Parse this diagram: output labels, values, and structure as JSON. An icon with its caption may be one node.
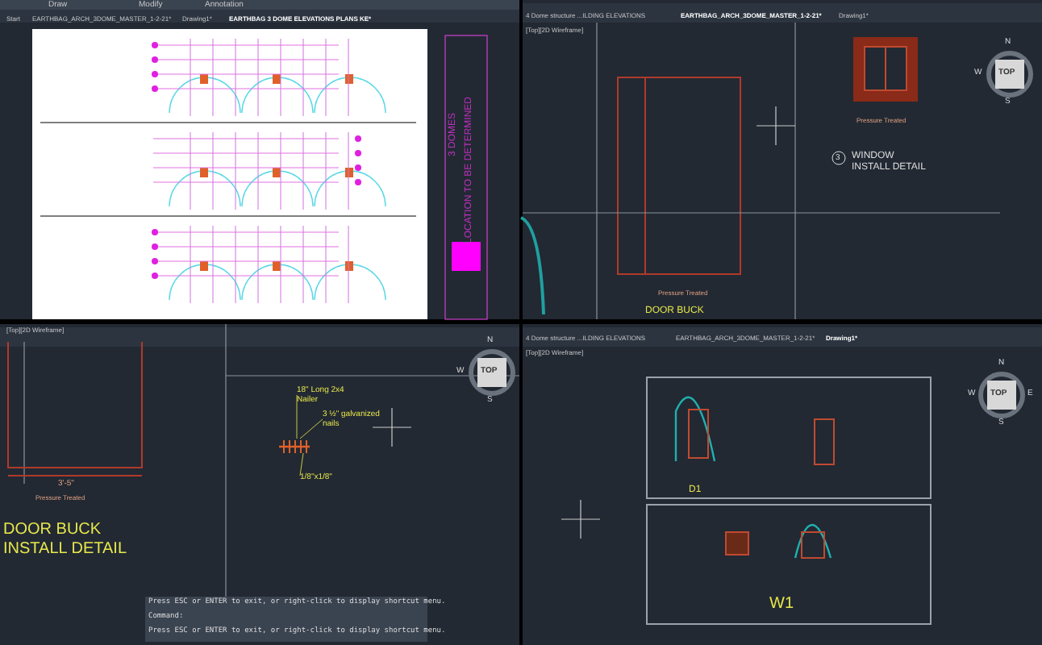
{
  "diagram": {
    "nodes": [
      {
        "text": [
          "18\" Long 2x4 Nailer"
        ]
      },
      {
        "text": [
          "3 ½\" galvanized nails"
        ]
      },
      {
        "text": [
          "1/8\"x1/8\""
        ]
      },
      {
        "text": [],
        "shape": "picture"
      }
    ],
    "edges": [
      {
        "from": 0,
        "to": 3,
        "arrow": "none"
      },
      {
        "from": 1,
        "to": 3,
        "arrow": "none"
      },
      {
        "from": 2,
        "to": 3,
        "arrow": "none"
      }
    ],
    "labels": [
      "Draw",
      "Modify",
      "Annotation",
      "Start",
      "EARTHBAG_ARCH_3DOME_MASTER_1-2-21*",
      "Drawing1*",
      "EARTHBAG 3 DOME ELEVATIONS PLANS KE*",
      "3 DOMES",
      "LOCATION TO BE DETERMINED",
      "4 Dome structure ...ILDING ELEVATIONS",
      "EARTHBAG_ARCH_3DOME_MASTER_1-2-21*",
      "Drawing1*",
      "[Top][2D Wireframe]",
      "N",
      "W",
      "TOP",
      "S",
      "3",
      "WINDOW INSTALL DETAIL",
      "Pressure Treated",
      "Pressure Treated",
      "DOOR BUCK",
      "[Top][2D Wireframe]",
      "3'-5\"",
      "Pressure Treated",
      "DOOR BUCK",
      "INSTALL DETAIL",
      "N",
      "W",
      "TOP",
      "S",
      "Press ESC or ENTER to exit, or right-click to display shortcut menu.",
      "Command:",
      "Press ESC or ENTER to exit, or right-click to display shortcut menu.",
      "4 Dome structure ...ILDING ELEVATIONS",
      "EARTHBAG_ARCH_3DOME_MASTER_1-2-21*",
      "Drawing1*",
      "[Top][2D Wireframe]",
      "N",
      "W",
      "TOP",
      "E",
      "S",
      "D1",
      "W1"
    ]
  }
}
